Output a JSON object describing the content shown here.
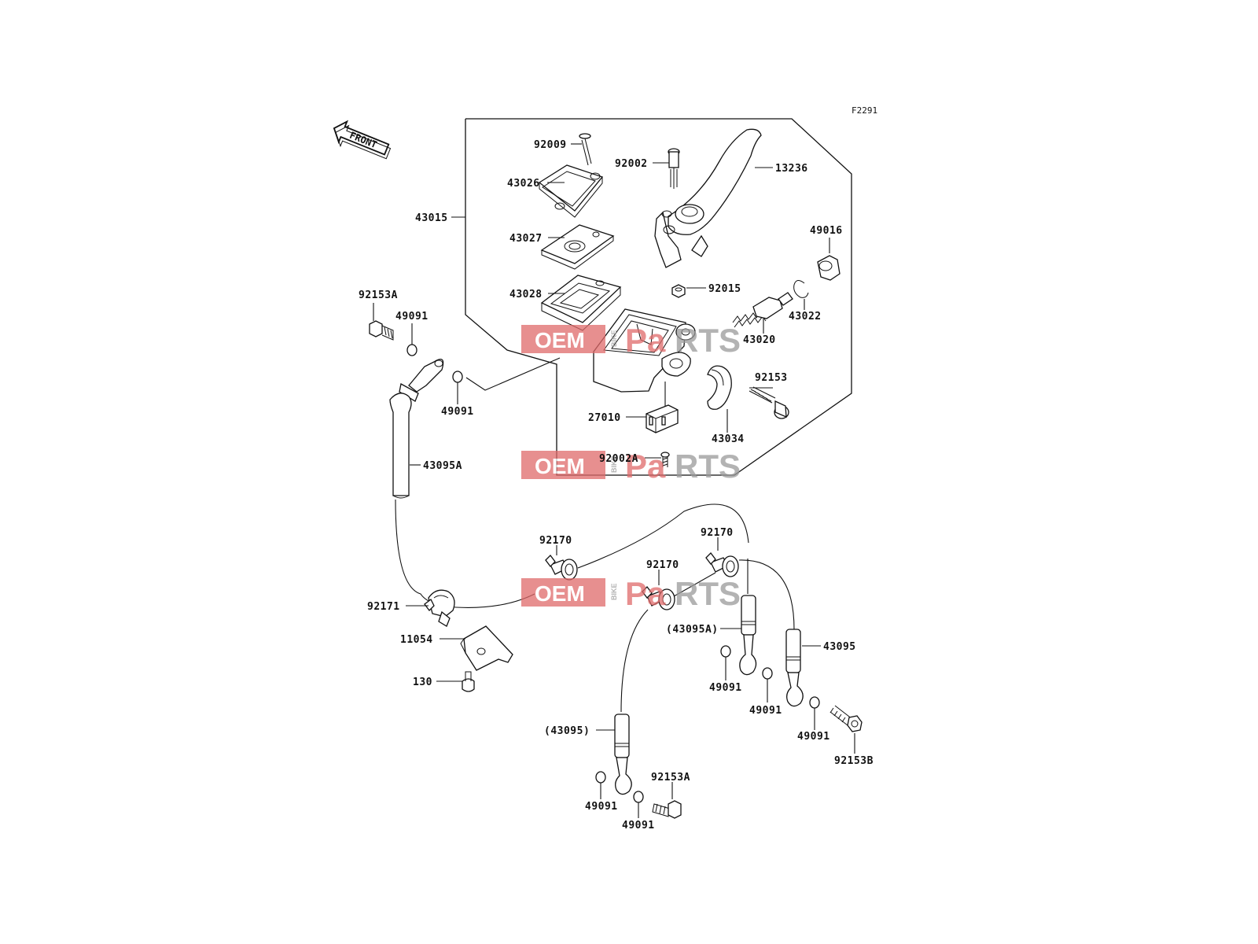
{
  "figure_code": "F2291",
  "front_indicator": "FRONT",
  "watermark": {
    "oem": "OEM",
    "bike": "BIKE",
    "pa": "Pa",
    "rts": "RTS",
    "accent_color": "#e06a6a",
    "gray_color": "#9a9a9a"
  },
  "parts": [
    {
      "id": "p92009",
      "label": "92009"
    },
    {
      "id": "p43026",
      "label": "43026"
    },
    {
      "id": "p43015",
      "label": "43015"
    },
    {
      "id": "p43027",
      "label": "43027"
    },
    {
      "id": "p43028",
      "label": "43028"
    },
    {
      "id": "p92002",
      "label": "92002"
    },
    {
      "id": "p13236",
      "label": "13236"
    },
    {
      "id": "p49016",
      "label": "49016"
    },
    {
      "id": "p92015",
      "label": "92015"
    },
    {
      "id": "p43022",
      "label": "43022"
    },
    {
      "id": "p43020",
      "label": "43020"
    },
    {
      "id": "p92153",
      "label": "92153"
    },
    {
      "id": "p43034",
      "label": "43034"
    },
    {
      "id": "p27010",
      "label": "27010"
    },
    {
      "id": "p92002A",
      "label": "92002A"
    },
    {
      "id": "p92153A_top",
      "label": "92153A"
    },
    {
      "id": "p49091_a",
      "label": "49091"
    },
    {
      "id": "p49091_b",
      "label": "49091"
    },
    {
      "id": "p43095A",
      "label": "43095A"
    },
    {
      "id": "p92170_a",
      "label": "92170"
    },
    {
      "id": "p92170_b",
      "label": "92170"
    },
    {
      "id": "p92170_c",
      "label": "92170"
    },
    {
      "id": "p92171",
      "label": "92171"
    },
    {
      "id": "p11054",
      "label": "11054"
    },
    {
      "id": "p130",
      "label": "130"
    },
    {
      "id": "p43095A_ref",
      "label": "(43095A)"
    },
    {
      "id": "p43095",
      "label": "43095"
    },
    {
      "id": "p49091_c",
      "label": "49091"
    },
    {
      "id": "p49091_d",
      "label": "49091"
    },
    {
      "id": "p49091_e",
      "label": "49091"
    },
    {
      "id": "p92153B",
      "label": "92153B"
    },
    {
      "id": "p43095_ref",
      "label": "(43095)"
    },
    {
      "id": "p92153A_bot",
      "label": "92153A"
    },
    {
      "id": "p49091_f",
      "label": "49091"
    },
    {
      "id": "p49091_g",
      "label": "49091"
    }
  ]
}
